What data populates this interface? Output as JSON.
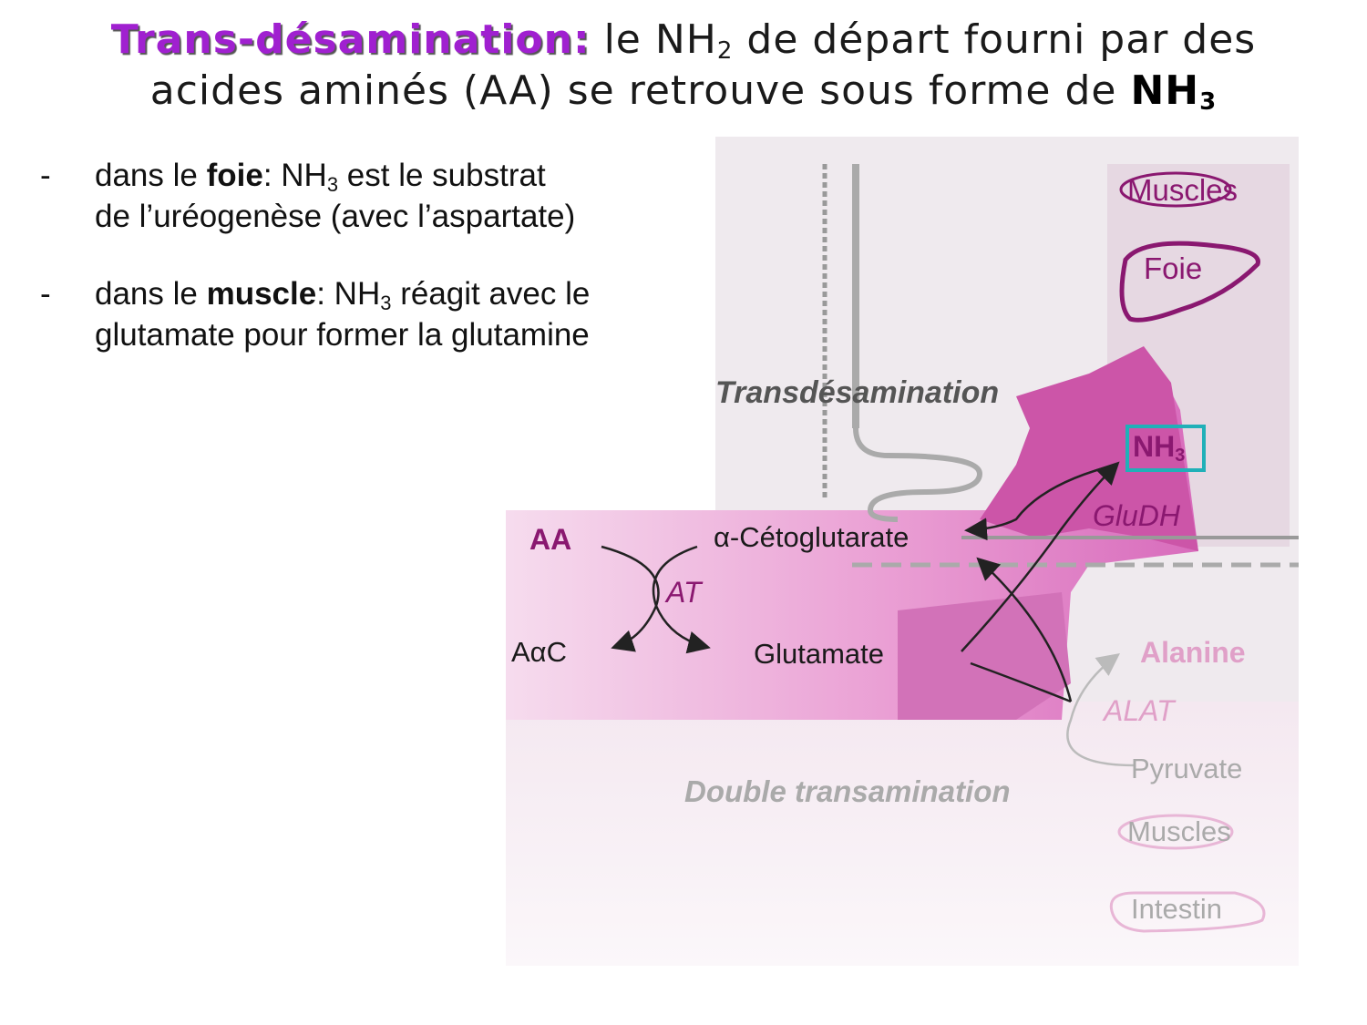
{
  "title": {
    "highlight": "Trans-désamination:",
    "line1_pre": " le NH",
    "line1_sub": "2",
    "line1_post": " de départ fourni par des",
    "line2_pre": "acides aminés (AA) se retrouve sous forme de ",
    "line2_bold": "NH",
    "line2_bold_sub": "3"
  },
  "bullets": [
    {
      "dash": "-",
      "pre": "dans le ",
      "bold": "foie",
      "mid": ": NH",
      "sub": "3",
      "post": " est le substrat",
      "line2": "de l’uréogenèse (avec l’aspartate)"
    },
    {
      "dash": "-",
      "pre": "dans le ",
      "bold": "muscle",
      "mid": ": NH",
      "sub": "3",
      "post": " réagit avec le",
      "line2": "glutamate pour former la glutamine"
    }
  ],
  "diagram": {
    "organ_muscles_top": "Muscles",
    "organ_foie": "Foie",
    "transdesamination": "Transdésamination",
    "nh3": "NH",
    "nh3_sub": "3",
    "gludh": "GluDH",
    "aa": "AA",
    "alpha_ceto": "α-Cétoglutarate",
    "at": "AT",
    "aac": "AαC",
    "glutamate": "Glutamate",
    "alanine": "Alanine",
    "alat": "ALAT",
    "pyruvate": "Pyruvate",
    "double_transamination": "Double transamination",
    "organ_muscles_bottom": "Muscles",
    "organ_intestin": "Intestin"
  },
  "colors": {
    "title_accent": "#a020d0",
    "diagram_magenta": "#c0409a",
    "label_magenta": "#8a1870",
    "highlight_box": "#20b0b8"
  }
}
